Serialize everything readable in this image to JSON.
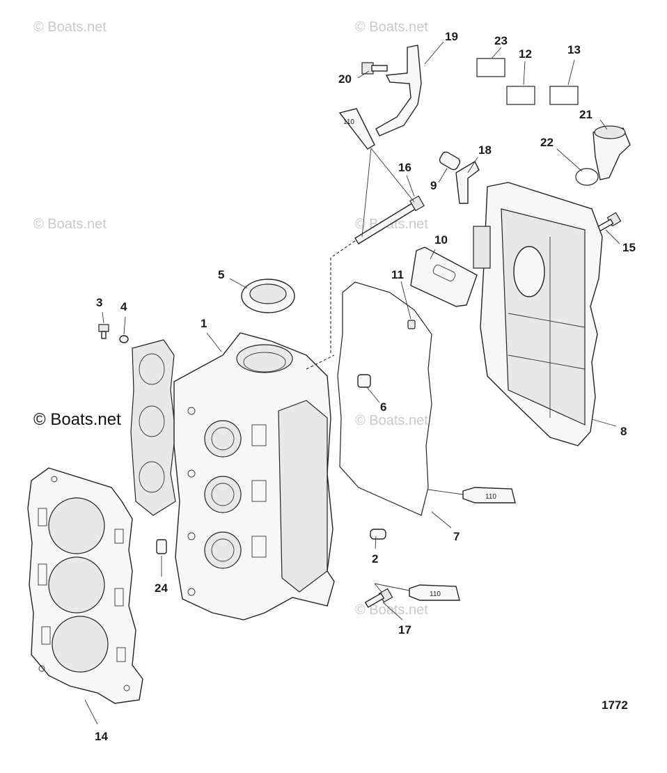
{
  "diagram": {
    "figure_number": "1772",
    "callouts": [
      "1",
      "2",
      "3",
      "4",
      "5",
      "6",
      "7",
      "8",
      "9",
      "10",
      "11",
      "12",
      "13",
      "14",
      "15",
      "16",
      "17",
      "18",
      "19",
      "20",
      "21",
      "22",
      "23",
      "24"
    ],
    "sealant_tube_label": "110",
    "watermark": "© Boats.net",
    "watermark_main": "© Boats.net"
  }
}
